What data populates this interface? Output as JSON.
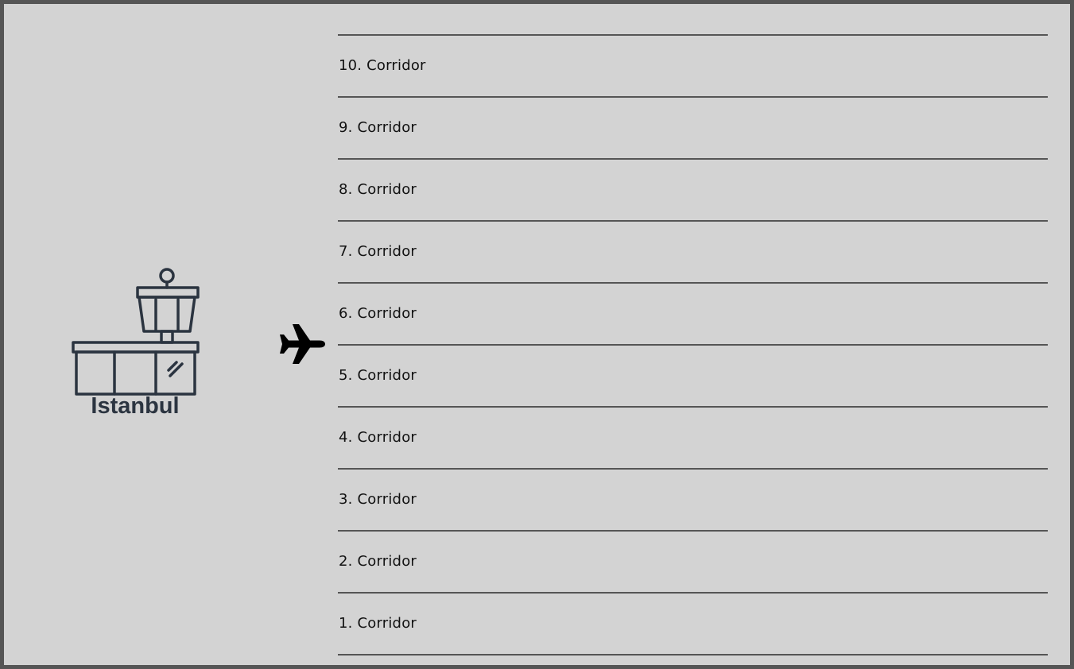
{
  "airport": {
    "name": "Istanbul",
    "icon": "control-tower-icon"
  },
  "aircraft": {
    "icon": "airplane-icon"
  },
  "corridors": [
    {
      "label": "10. Corridor"
    },
    {
      "label": "9. Corridor"
    },
    {
      "label": "8. Corridor"
    },
    {
      "label": "7. Corridor"
    },
    {
      "label": "6. Corridor"
    },
    {
      "label": "5. Corridor"
    },
    {
      "label": "4. Corridor"
    },
    {
      "label": "3. Corridor"
    },
    {
      "label": "2. Corridor"
    },
    {
      "label": "1. Corridor"
    }
  ],
  "colors": {
    "background": "#d3d3d3",
    "line": "#555555",
    "icon": "#2b3440"
  }
}
